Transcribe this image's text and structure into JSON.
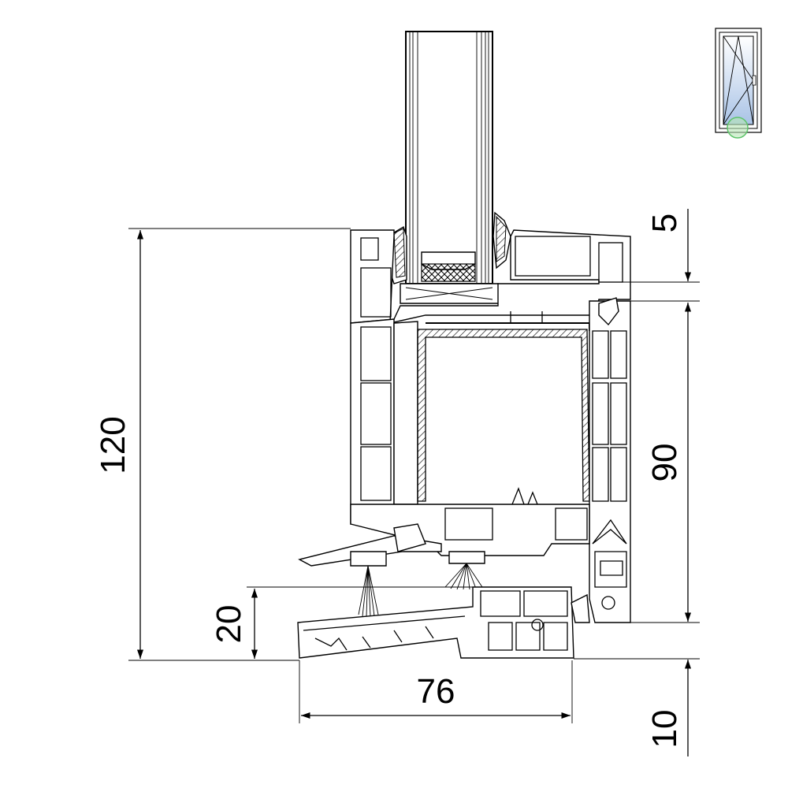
{
  "dimensions": {
    "total_height": "120",
    "sash_overlap": "5",
    "frame_depth": "90",
    "threshold_height": "20",
    "threshold_depth": "76",
    "threshold_step": "10"
  },
  "thumbnail": {
    "icon": "tilt-turn-window-icon",
    "highlight_color": "#5ec46a",
    "glass_color": "#a9c3e6"
  }
}
